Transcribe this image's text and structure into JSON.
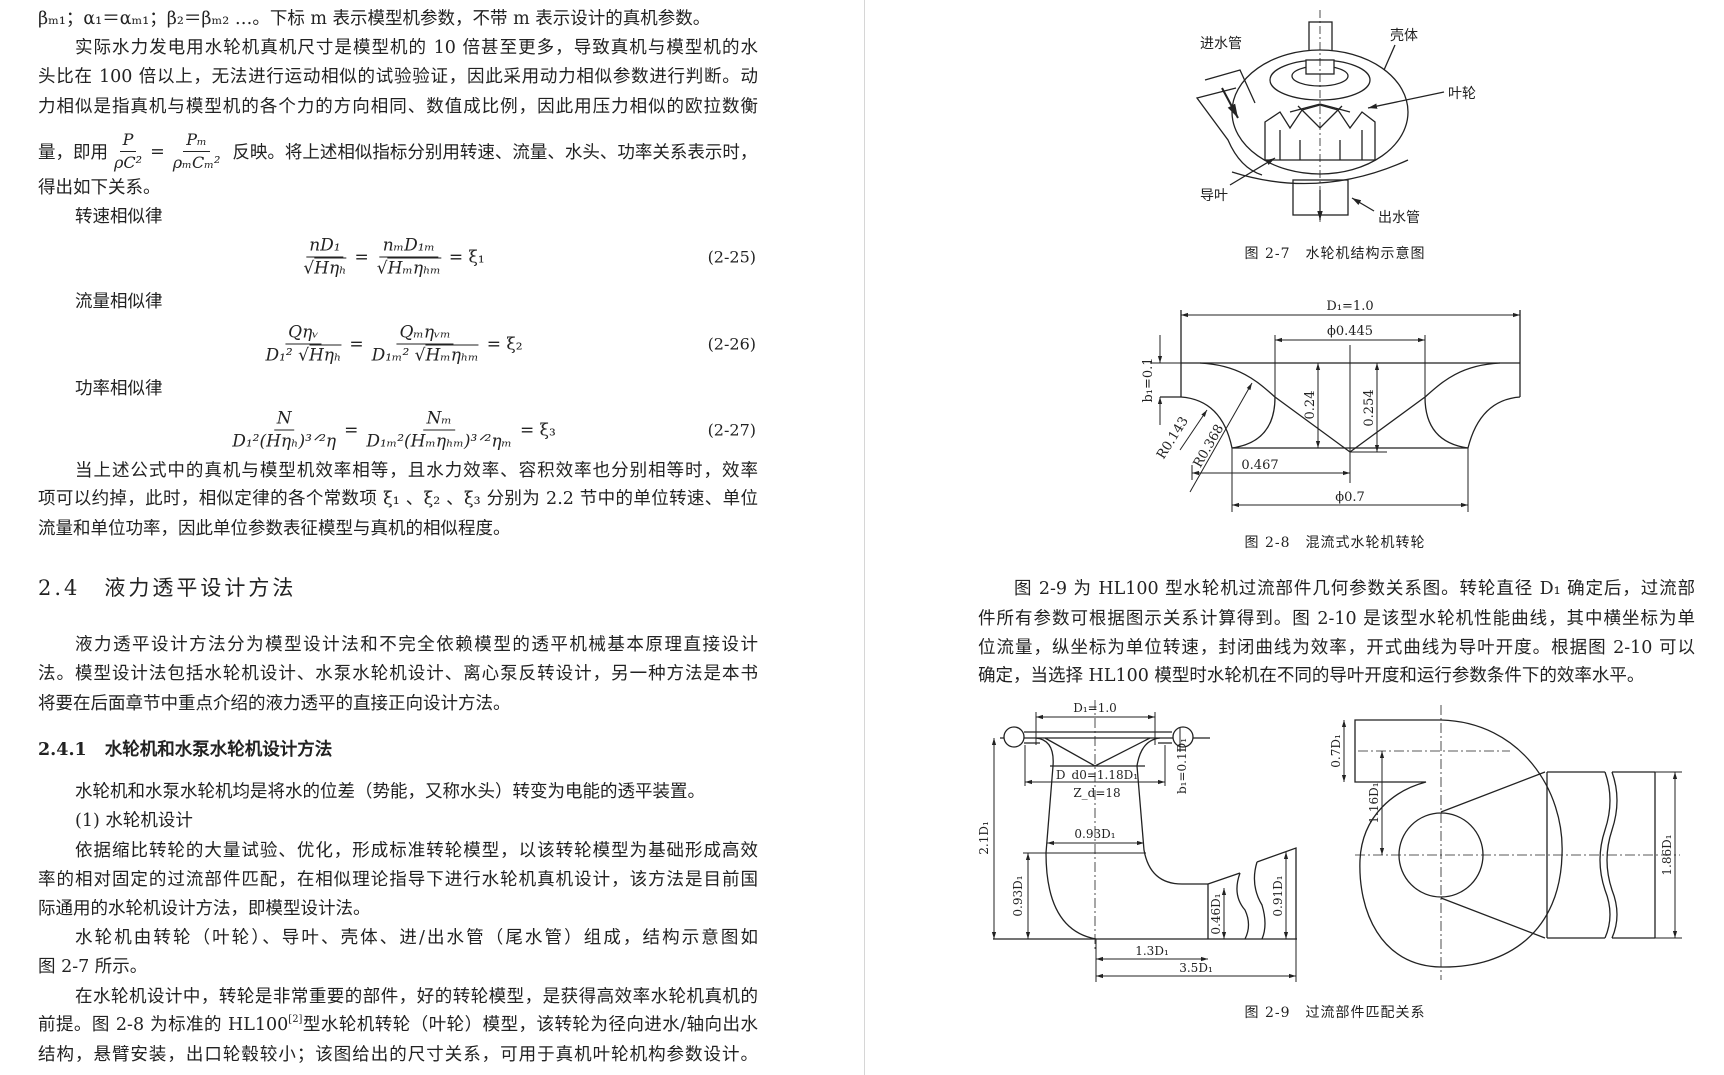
{
  "left_page": {
    "lines": [
      "βₘ₁；α₁＝αₘ₁；β₂＝βₘ₂ …。下标 m 表示模型机参数，不带 m 表示设计的真机参数。",
      "实际水力发电用水轮机真机尺寸是模型机的 10 倍甚至更多，导致真机与模型机的水",
      "头比在 100 倍以上，无法进行运动相似的试验验证，因此采用动力相似参数进行判断。动",
      "力相似是指真机与模型机的各个力的方向相同、数值成比例，因此用压力相似的欧拉数衡",
      "得出如下关系。",
      "转速相似律",
      "流量相似律",
      "功率相似律",
      "当上述公式中的真机与模型机效率相等，且水力效率、容积效率也分别相等时，效率",
      "项可以约掉，此时，相似定律的各个常数项 ξ₁ 、ξ₂ 、ξ₃ 分别为 2.2 节中的单位转速、单位",
      "流量和单位功率，因此单位参数表征模型与真机的相似程度。",
      "液力透平设计方法分为模型设计法和不完全依赖模型的透平机械基本原理直接设计",
      "法。模型设计法包括水轮机设计、水泵水轮机设计、离心泵反转设计，另一种方法是本书",
      "将要在后面章节中重点介绍的液力透平的直接正向设计方法。",
      "水轮机和水泵水轮机均是将水的位差（势能，又称水头）转变为电能的透平装置。",
      "(1) 水轮机设计",
      "依据缩比转轮的大量试验、优化，形成标准转轮模型，以该转轮模型为基础形成高效",
      "率的相对固定的过流部件匹配，在相似理论指导下进行水轮机真机设计，该方法是目前国",
      "际通用的水轮机设计方法，即模型设计法。",
      "水轮机由转轮（叶轮）、导叶、壳体、进/出水管（尾水管）组成，结构示意图如",
      "图 2-7 所示。",
      "在水轮机设计中，转轮是非常重要的部件，好的转轮模型，是获得高效率水轮机真机的",
      "结构，悬臂安装，出口轮毂较小；该图给出的尺寸关系，可用于真机叶轮机构参数设计。"
    ],
    "ref_line": {
      "pre": "前提。图 2-8 为标准的 HL100",
      "sup": "[2]",
      "post": "型水轮机转轮（叶轮）模型，该转轮为径向进水/轴向出水"
    },
    "euler_line": {
      "pre": "量，即用",
      "f1_num": "P",
      "f1_den": "ρC²",
      "eq": "=",
      "f2_num": "Pₘ",
      "f2_den": "ρₘCₘ²",
      "post": "反映。将上述相似指标分别用转速、流量、水头、功率关系表示时，"
    },
    "equations": [
      {
        "number": "(2-25)",
        "l_num": "nD₁",
        "l_den_pre": "√",
        "l_den_rad": "Hηₕ",
        "r_num": "nₘD₁ₘ",
        "r_den_pre": "√",
        "r_den_rad": "Hₘηₕₘ",
        "result": "= ξ₁",
        "eq": "="
      },
      {
        "number": "(2-26)",
        "l_num": "Qηᵥ",
        "l_den_pre": "D₁² √",
        "l_den_rad": "Hηₕ",
        "r_num": "Qₘηᵥₘ",
        "r_den_pre": "D₁ₘ² √",
        "r_den_rad": "Hₘηₕₘ",
        "result": "= ξ₂",
        "eq": "="
      },
      {
        "number": "(2-27)",
        "l_num": "N",
        "l_den_pre": "D₁²(Hηₕ)³ᐟ²η",
        "l_den_rad": "",
        "r_num": "Nₘ",
        "r_den_pre": "D₁ₘ²(Hₘηₕₘ)³ᐟ²ηₘ",
        "r_den_rad": "",
        "result": "= ξ₃",
        "eq": "="
      }
    ],
    "section": {
      "number": "2.4",
      "title": "液力透平设计方法"
    },
    "subsection": {
      "number": "2.4.1",
      "title": "水轮机和水泵水轮机设计方法"
    }
  },
  "right_page": {
    "lines": [
      "图 2-9 为 HL100 型水轮机过流部件几何参数关系图。转轮直径 D₁ 确定后，过流部",
      "件所有参数可根据图示关系计算得到。图 2-10 是该型水轮机性能曲线，其中横坐标为单",
      "位流量，纵坐标为单位转速，封闭曲线为效率，开式曲线为导叶开度。根据图 2-10 可以",
      "确定，当选择 HL100 模型时水轮机在不同的导叶开度和运行参数条件下的效率水平。"
    ],
    "fig27": {
      "caption": "图 2-7　水轮机结构示意图",
      "labels": {
        "inlet": "进水管",
        "casing": "壳体",
        "impeller": "叶轮",
        "guide_vane": "导叶",
        "outlet": "出水管"
      }
    },
    "fig28": {
      "caption": "图 2-8　混流式水轮机转轮",
      "labels": {
        "d1": "D₁=1.0",
        "phi0445": "ϕ0.445",
        "b1": "b₁=0.1",
        "h024": "0.24",
        "h0254": "0.254",
        "r0143": "R0.143",
        "r0368": "R0.368",
        "w0467": "0.467",
        "phi07": "ϕ0.7"
      }
    },
    "fig29": {
      "caption": "图 2-9　过流部件匹配关系",
      "labels": {
        "d1": "D₁=1.0",
        "dd0": "D_d0=1.18D₁",
        "zd": "Z_d=18",
        "b1": "b₁=0.1D₁",
        "w093": "0.93D₁",
        "h21": "2.1D₁",
        "h093": "0.93D₁",
        "h046": "0.46D₁",
        "h091": "0.91D₁",
        "w13": "1.3D₁",
        "w35": "3.5D₁",
        "h07": "0.7D₁",
        "h116": "1.16D₁",
        "h186": "1.86D₁"
      }
    }
  }
}
